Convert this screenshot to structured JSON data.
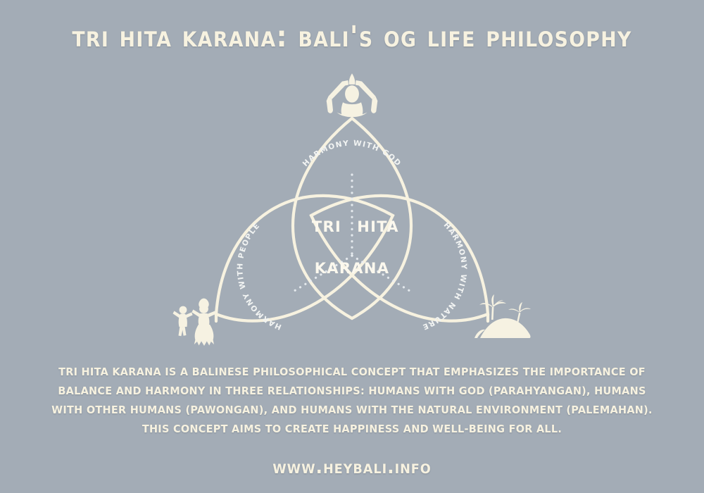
{
  "page": {
    "background_color": "#a3acb6",
    "accent_color": "#f7f2e0"
  },
  "title": "TRI HITA KARANA: BALI'S OG LIFE PHILOSOPHY",
  "diagram": {
    "type": "triquetra",
    "center_words": {
      "word1": "TRI",
      "word2": "HITA",
      "word3": "KARANA"
    },
    "arc_labels": {
      "top": "HARMONY WITH GOD",
      "left": "HARMONY WITH PEOPLE",
      "right": "HARMONY WITH NATURE"
    },
    "icons": {
      "top": "meditating-person-icon",
      "left": "dancing-people-icon",
      "right": "nature-landscape-icon"
    }
  },
  "body_text": "TRI HITA KARANA IS A BALINESE PHILOSOPHICAL CONCEPT THAT EMPHASIZES THE IMPORTANCE OF BALANCE AND HARMONY IN THREE RELATIONSHIPS: HUMANS WITH GOD (PARAHYANGAN), HUMANS WITH OTHER HUMANS (PAWONGAN), AND HUMANS WITH THE NATURAL ENVIRONMENT (PALEMAHAN). THIS CONCEPT AIMS TO CREATE HAPPINESS AND WELL-BEING FOR ALL.",
  "footer": "WWW.HEYBALI.INFO"
}
